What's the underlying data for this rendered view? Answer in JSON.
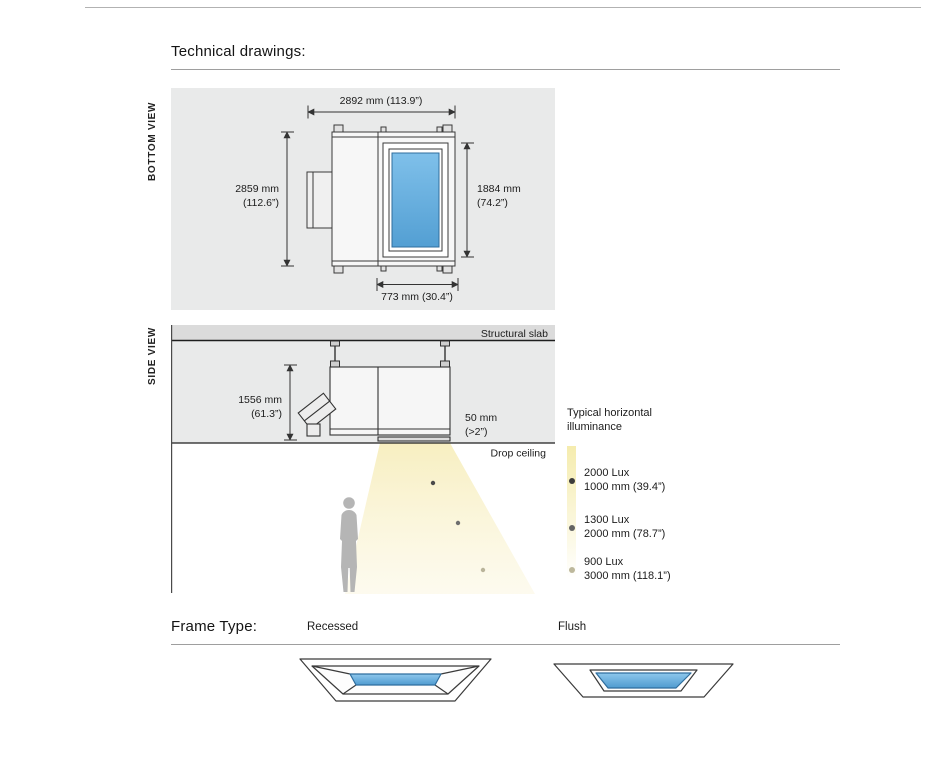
{
  "page": {
    "title": "Technical drawings:"
  },
  "bottom_view": {
    "label": "BOTTOM VIEW",
    "dim_top": "2892 mm  (113.9”)",
    "dim_left_1": "2859 mm",
    "dim_left_2": "(112.6”)",
    "dim_right_1": "1884 mm",
    "dim_right_2": "(74.2”)",
    "dim_bottom": "773 mm  (30.4”)"
  },
  "side_view": {
    "label": "SIDE VIEW",
    "structural_slab": "Structural slab",
    "drop_ceiling": "Drop ceiling",
    "dim_height_1": "1556 mm",
    "dim_height_2": "(61.3”)",
    "dim_gap_1": "50 mm",
    "dim_gap_2": "(>2”)",
    "illuminance": {
      "title_line1": "Typical horizontal",
      "title_line2": "illuminance",
      "entries": [
        {
          "lux": "2000 Lux",
          "distance": "1000 mm (39.4”)"
        },
        {
          "lux": "1300 Lux",
          "distance": "2000 mm (78.7”)"
        },
        {
          "lux": "900 Lux",
          "distance": "3000 mm (118.1”)"
        }
      ]
    }
  },
  "frame_type": {
    "title": "Frame Type:",
    "options": [
      {
        "label": "Recessed"
      },
      {
        "label": "Flush"
      }
    ]
  },
  "colors": {
    "panel_background": "#e9eaea",
    "slab_bar": "#dbdbdb",
    "glass_blue": "#64a9da",
    "glass_border": "#2f6e9e",
    "light_cone_yellow": "#f7eebd",
    "silhouette_gray": "#b5b5b5"
  }
}
